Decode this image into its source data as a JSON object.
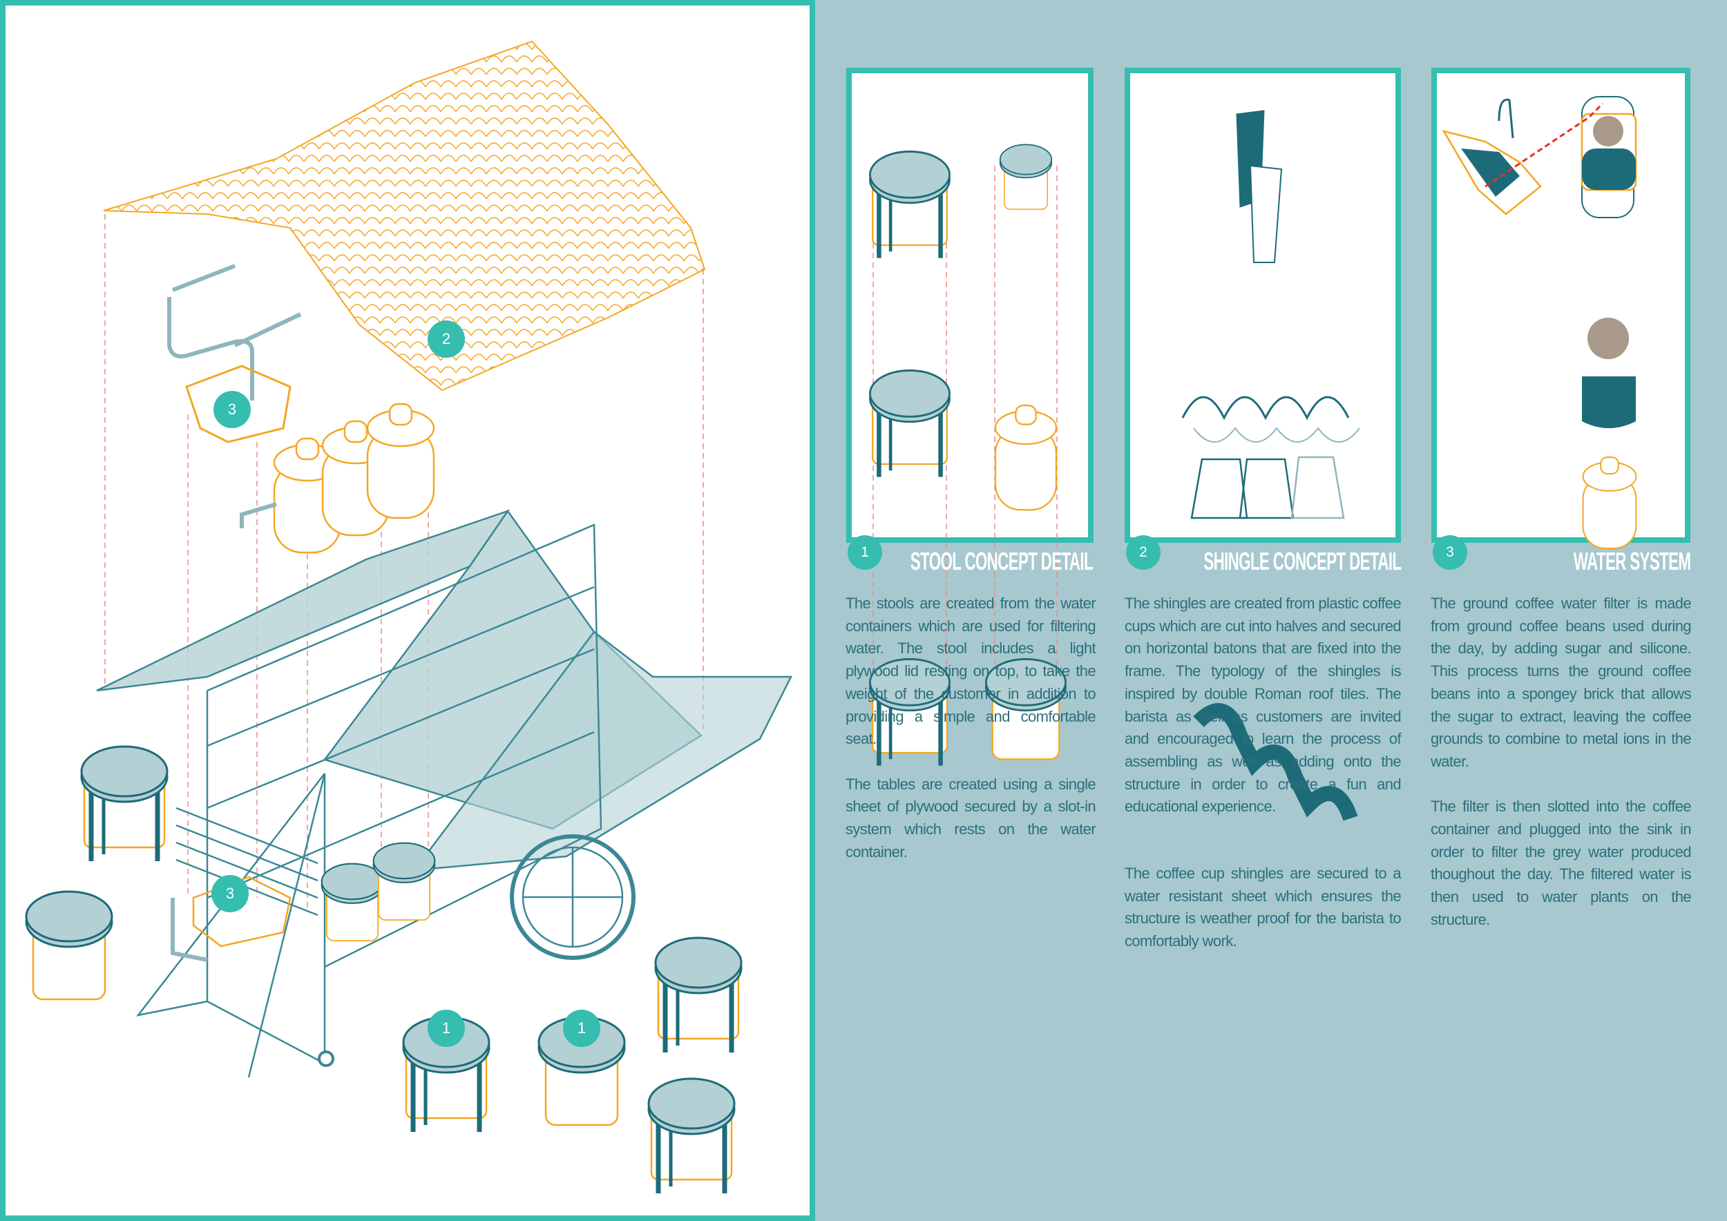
{
  "colors": {
    "teal": "#35bdb0",
    "background": "#a7c8cf",
    "dark_teal": "#1d6b78",
    "orange": "#f5a623",
    "red_dashed": "#e8504a",
    "text": "#2b6f7b"
  },
  "left_panel": {
    "badges": [
      "2",
      "3",
      "3",
      "1",
      "1"
    ]
  },
  "details": [
    {
      "number": "1",
      "title": "STOOL CONCEPT DETAIL",
      "paragraphs": [
        "The stools are created from the water containers which are used for filtering water. The stool includes a light plywood lid resting on top, to take the weight of the customer in addition to providing a simple and comfortable seat.",
        "The tables are created using a single sheet of plywood secured by a slot-in system which rests on the water container."
      ]
    },
    {
      "number": "2",
      "title": "SHINGLE CONCEPT DETAIL",
      "paragraphs": [
        "The shingles are created from plastic coffee cups which are cut into halves and secured on horizontal batons that are fixed into the frame. The typology of the shingles is inspired by double Roman roof tiles. The barista as well as customers are invited and encouraged to learn the process of assembling as well as adding onto the structure in order to create a fun and educational experience.",
        "The coffee cup shingles are secured to a water resistant sheet which ensures the structure is weather proof for the barista to comfortably work."
      ]
    },
    {
      "number": "3",
      "title": "WATER SYSTEM",
      "paragraphs": [
        "The ground coffee water filter is made from ground coffee beans used during the day, by adding sugar and silicone. This process turns the ground coffee beans into a spongey brick that allows the sugar to extract, leaving the coffee grounds to combine to metal ions in the water.",
        "The filter is then slotted into the coffee container and plugged into the sink in order to filter the grey water produced thoughout the day. The filtered water is then used to water plants on the structure."
      ]
    }
  ]
}
